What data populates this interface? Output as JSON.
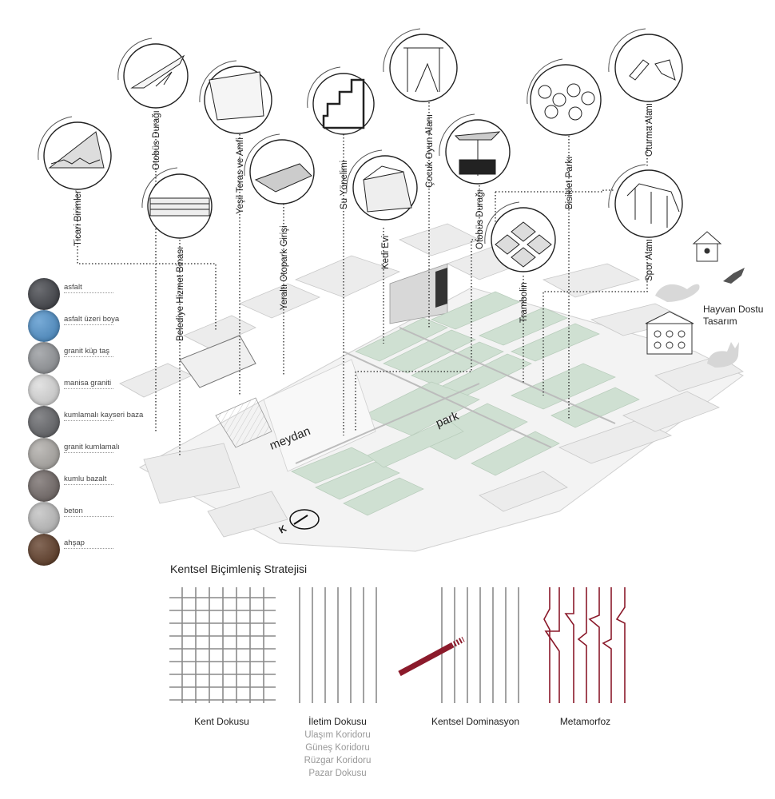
{
  "callouts": [
    {
      "label": "Ticari Birimler"
    },
    {
      "label": "Otobüs Durağı"
    },
    {
      "label": "Belediye Hizmet Binası"
    },
    {
      "label": "Yeşil Teras ve Amfi"
    },
    {
      "label": "Yeraltı Otopark Girişi"
    },
    {
      "label": "Su Yönelimi"
    },
    {
      "label": "Kedi Evi"
    },
    {
      "label": "Çocuk Oyun Alanı"
    },
    {
      "label": "Otobüs Durağı"
    },
    {
      "label": "Trambolin"
    },
    {
      "label": "Bisiklet Parkı"
    },
    {
      "label": "Oturma Alanı"
    },
    {
      "label": "Spor Alanı"
    }
  ],
  "plan_labels": {
    "meydan": "meydan",
    "park": "park"
  },
  "animal_design": {
    "line1": "Hayvan Dostu",
    "line2": "Tasarım"
  },
  "materials": [
    {
      "name": "asfalt",
      "color": "#3a3c42"
    },
    {
      "name": "asfalt üzeri boya",
      "color": "#4a8ec9"
    },
    {
      "name": "granit küp taş",
      "color": "#8f9296"
    },
    {
      "name": "manisa graniti",
      "color": "#d8d8d8"
    },
    {
      "name": "kumlamalı kayseri baza",
      "color": "#5f6064"
    },
    {
      "name": "granit kumlamalı",
      "color": "#a9a6a2"
    },
    {
      "name": "kumlu bazalt",
      "color": "#6d6462"
    },
    {
      "name": "beton",
      "color": "#bcbcbc"
    },
    {
      "name": "ahşap",
      "color": "#5a3620"
    }
  ],
  "strategy": {
    "title": "Kentsel Biçimleniş Stratejisi",
    "panels": [
      {
        "caption": "Kent Dokusu",
        "sub": []
      },
      {
        "caption": "İletim Dokusu",
        "sub": [
          "Ulaşım Koridoru",
          "Güneş Koridoru",
          "Rüzgar Koridoru",
          "Pazar Dokusu"
        ]
      },
      {
        "caption": "Kentsel Dominasyon",
        "sub": []
      },
      {
        "caption": "Metamorfoz",
        "sub": []
      }
    ],
    "accent": "#8b1a2b"
  },
  "colors": {
    "park_green": "#cfe0d2",
    "leader": "#222222"
  }
}
